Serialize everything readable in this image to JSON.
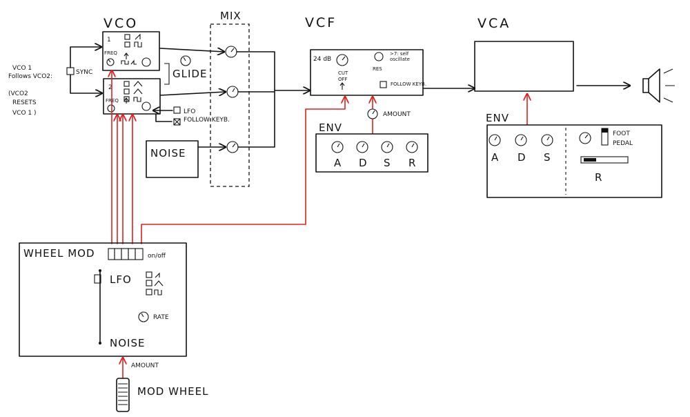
{
  "vco": {
    "title": "VCO",
    "osc1_num": "1",
    "osc2_num": "2",
    "freq1": "FREQ",
    "freq2": "FREQ",
    "glide": "GLIDE",
    "lfo": "LFO",
    "follow_keyb": "FOLLOW KEYB.",
    "sync": "SYNC",
    "sync_note_line1": "VCO 1",
    "sync_note_line2": "Follows VCO2:",
    "reset_note_line1": "(VCO2",
    "reset_note_line2": "RESETS",
    "reset_note_line3": "VCO 1 )"
  },
  "noise": {
    "label": "NOISE"
  },
  "mix": {
    "title": "MIX"
  },
  "vcf": {
    "title": "VCF",
    "slope": "24 dB",
    "cutoff_line1": "CUT",
    "cutoff_line2": "OFF",
    "res": "RES",
    "self_osc_line1": ">7: self",
    "self_osc_line2": "oscillate",
    "follow_keyb": "FOLLOW KEYB.",
    "amount": "AMOUNT"
  },
  "vcf_env": {
    "title": "ENV",
    "knobs": [
      "A",
      "D",
      "S",
      "R"
    ]
  },
  "vca": {
    "title": "VCA"
  },
  "vca_env": {
    "title": "ENV",
    "knobs": [
      "A",
      "D",
      "S"
    ],
    "release": "R",
    "foot_pedal_line1": "FOOT",
    "foot_pedal_line2": "PEDAL"
  },
  "wheel_mod": {
    "title": "WHEEL MOD",
    "on_off": "on/off",
    "lfo": "LFO",
    "rate": "RATE",
    "noise": "NOISE",
    "amount": "AMOUNT",
    "mod_wheel": "MOD WHEEL"
  },
  "colors": {
    "ink": "#111111",
    "mod_route": "#e02020"
  }
}
